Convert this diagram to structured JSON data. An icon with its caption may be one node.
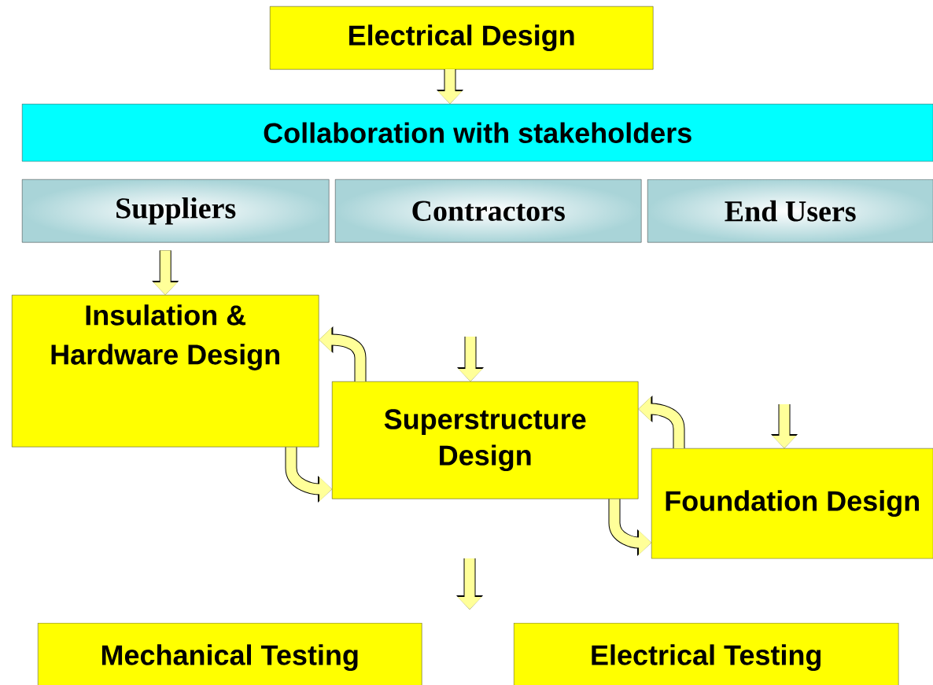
{
  "diagram": {
    "nodes": [
      {
        "text": [
          "Electrical Design"
        ]
      },
      {
        "text": [
          "Collaboration with stakeholders"
        ]
      },
      {
        "text": [
          "Suppliers"
        ]
      },
      {
        "text": [
          "Contractors"
        ]
      },
      {
        "text": [
          "End Users"
        ]
      },
      {
        "text": [
          "Insulation & Hardware Design"
        ]
      },
      {
        "text": [
          "Superstructure Design"
        ]
      },
      {
        "text": [
          "Foundation Design"
        ]
      },
      {
        "text": [
          "Mechanical Testing"
        ]
      },
      {
        "text": [
          "Electrical Testing"
        ]
      }
    ],
    "edges": [
      {
        "from": 0,
        "to": 1,
        "arrow": "to"
      },
      {
        "from": 2,
        "to": 5,
        "arrow": "to"
      },
      {
        "from": null,
        "to": 6,
        "arrow": "to"
      },
      {
        "from": null,
        "to": 7,
        "arrow": "to"
      },
      {
        "from": 6,
        "to": 5,
        "arrow": "to"
      },
      {
        "from": 5,
        "to": 6,
        "arrow": "to"
      },
      {
        "from": 7,
        "to": 6,
        "arrow": "to"
      },
      {
        "from": 6,
        "to": 7,
        "arrow": "to"
      }
    ]
  }
}
